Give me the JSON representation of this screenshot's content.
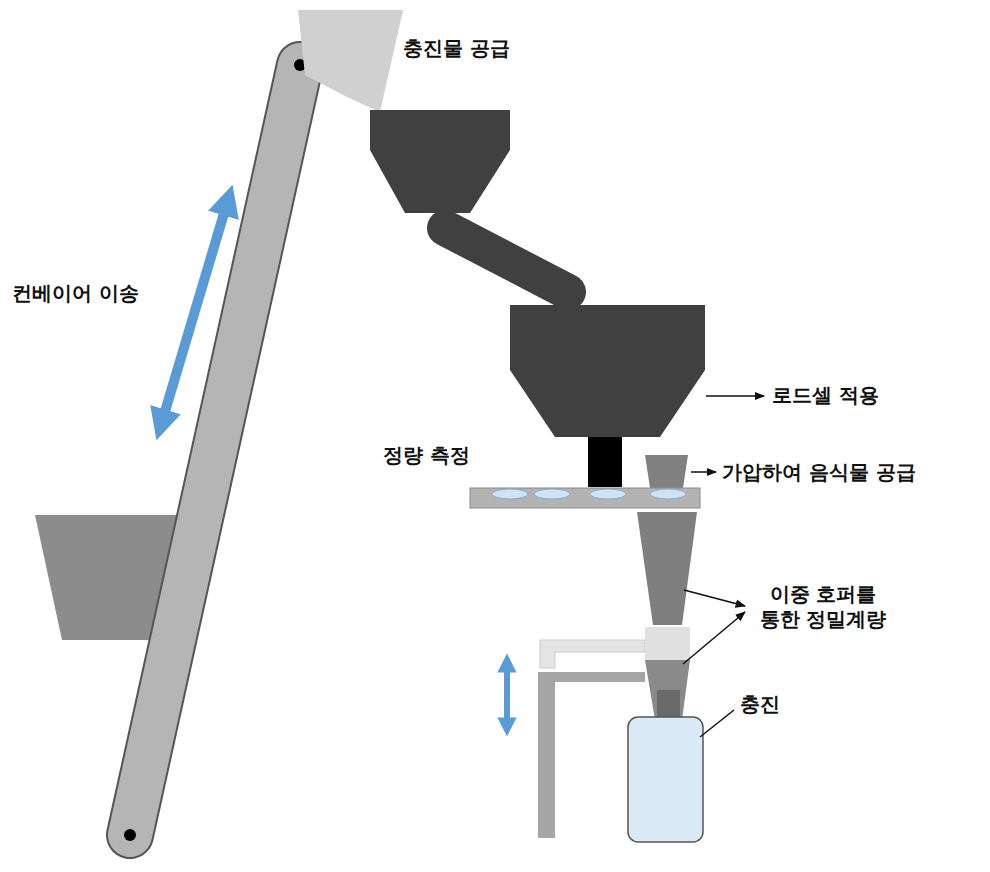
{
  "diagram": {
    "labels": [
      "충진물 공급",
      "컨베이어 이송",
      "로드셀 적용",
      "정량 측정",
      "가압하여 음식물 공급",
      "이중 호퍼를 통한 정밀계량",
      "충진"
    ]
  }
}
